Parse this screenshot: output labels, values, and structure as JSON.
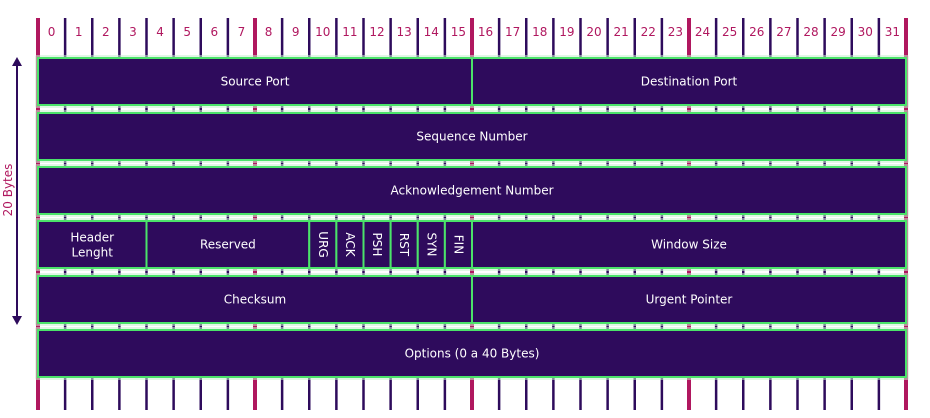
{
  "bit_numbers": [
    "0",
    "1",
    "2",
    "3",
    "4",
    "5",
    "6",
    "7",
    "8",
    "9",
    "10",
    "11",
    "12",
    "13",
    "14",
    "15",
    "16",
    "17",
    "18",
    "19",
    "20",
    "21",
    "22",
    "23",
    "24",
    "25",
    "26",
    "27",
    "28",
    "29",
    "30",
    "31"
  ],
  "size_label": "20 Bytes",
  "rows": [
    {
      "fields": [
        {
          "label": "Source Port",
          "start": 0,
          "end": 16
        },
        {
          "label": "Destination Port",
          "start": 16,
          "end": 32
        }
      ]
    },
    {
      "fields": [
        {
          "label": "Sequence Number",
          "start": 0,
          "end": 32
        }
      ]
    },
    {
      "fields": [
        {
          "label": "Acknowledgement Number",
          "start": 0,
          "end": 32
        }
      ]
    },
    {
      "fields": [
        {
          "label": "Header Lenght",
          "start": 0,
          "end": 4
        },
        {
          "label": "Reserved",
          "start": 4,
          "end": 10
        },
        {
          "label": "URG",
          "start": 10,
          "end": 11,
          "vertical": true
        },
        {
          "label": "ACK",
          "start": 11,
          "end": 12,
          "vertical": true
        },
        {
          "label": "PSH",
          "start": 12,
          "end": 13,
          "vertical": true
        },
        {
          "label": "RST",
          "start": 13,
          "end": 14,
          "vertical": true
        },
        {
          "label": "SYN",
          "start": 14,
          "end": 15,
          "vertical": true
        },
        {
          "label": "FIN",
          "start": 15,
          "end": 16,
          "vertical": true
        },
        {
          "label": "Window Size",
          "start": 16,
          "end": 32
        }
      ]
    },
    {
      "fields": [
        {
          "label": "Checksum",
          "start": 0,
          "end": 16
        },
        {
          "label": "Urgent Pointer",
          "start": 16,
          "end": 32
        }
      ]
    },
    {
      "fields": [
        {
          "label": "Options (0 a 40 Bytes)",
          "start": 0,
          "end": 32
        }
      ]
    }
  ],
  "colors": {
    "field_fill": "#2e0b5c",
    "field_border": "#4be36a",
    "tick": "#2e0b5c",
    "accent": "#b0175f",
    "text": "#ffffff",
    "glow": "#c8f0d0"
  }
}
